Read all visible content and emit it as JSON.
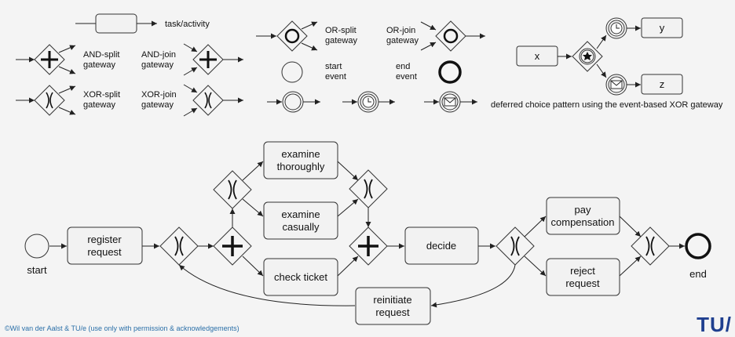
{
  "legend": {
    "task": "task/activity",
    "and_split": [
      "AND-split",
      "gateway"
    ],
    "and_join": [
      "AND-join",
      "gateway"
    ],
    "xor_split": [
      "XOR-split",
      "gateway"
    ],
    "xor_join": [
      "XOR-join",
      "gateway"
    ],
    "or_split": [
      "OR-split",
      "gateway"
    ],
    "or_join": [
      "OR-join",
      "gateway"
    ],
    "start_event": [
      "start",
      "event"
    ],
    "end_event": [
      "end",
      "event"
    ],
    "deferred": {
      "x": "x",
      "y": "y",
      "z": "z",
      "caption": "deferred choice pattern using the event-based XOR gateway"
    }
  },
  "process": {
    "start": "start",
    "end": "end",
    "register": [
      "register",
      "request"
    ],
    "examine_thoroughly": [
      "examine",
      "thoroughly"
    ],
    "examine_casually": [
      "examine",
      "casually"
    ],
    "check_ticket": "check ticket",
    "decide": "decide",
    "reinitiate": [
      "reinitiate",
      "request"
    ],
    "pay": [
      "pay",
      "compensation"
    ],
    "reject": [
      "reject",
      "request"
    ]
  },
  "footer": {
    "copyright": "©Wil van der Aalst & TU/e (use only with permission & acknowledgements)",
    "logo": "TU/"
  }
}
